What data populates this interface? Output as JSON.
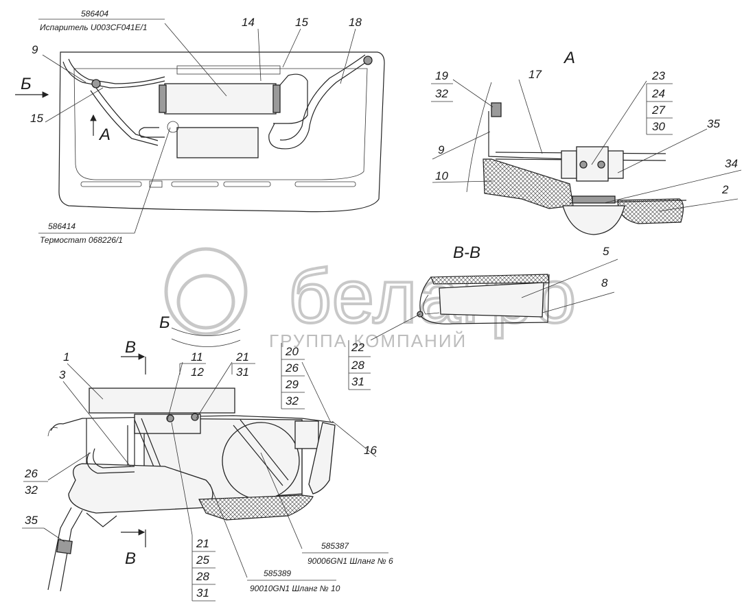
{
  "views": {
    "a": "А",
    "vv": "В-В",
    "b": "Б",
    "arrow_b": "Б",
    "arrow_a": "А",
    "cut_top": "В",
    "cut_bottom": "В"
  },
  "captions": {
    "evap_code": "586404",
    "evap_name": "Испаритель U003CF041E/1",
    "thermo_code": "586414",
    "thermo_name": "Термостат 068226/1",
    "hose6_code": "585387",
    "hose6_name": "90006GN1 Шланг № 6",
    "hose10_code": "585389",
    "hose10_name": "90010GN1 Шланг № 10"
  },
  "callouts": {
    "top_9": "9",
    "top_14": "14",
    "top_15a": "15",
    "top_18": "18",
    "top_15b": "15",
    "a_19": "19",
    "a_32": "32",
    "a_17": "17",
    "a_23": "23",
    "a_24": "24",
    "a_27": "27",
    "a_30": "30",
    "a_35": "35",
    "a_9": "9",
    "a_34": "34",
    "a_10": "10",
    "a_2": "2",
    "vv_5": "5",
    "vv_8": "8",
    "vv_22": "22",
    "vv_28": "28",
    "vv_31": "31",
    "b_1": "1",
    "b_3": "3",
    "b_11": "11",
    "b_12": "12",
    "b_21a": "21",
    "b_31a": "31",
    "b_20": "20",
    "b_26a": "26",
    "b_29": "29",
    "b_32a": "32",
    "b_16": "16",
    "b_26b": "26",
    "b_32b": "32",
    "b_35": "35",
    "b_21b": "21",
    "b_25": "25",
    "b_28": "28",
    "b_31b": "31"
  },
  "watermark": {
    "brand": "белагро",
    "tagline": "ГРУППА КОМПАНИЙ"
  }
}
